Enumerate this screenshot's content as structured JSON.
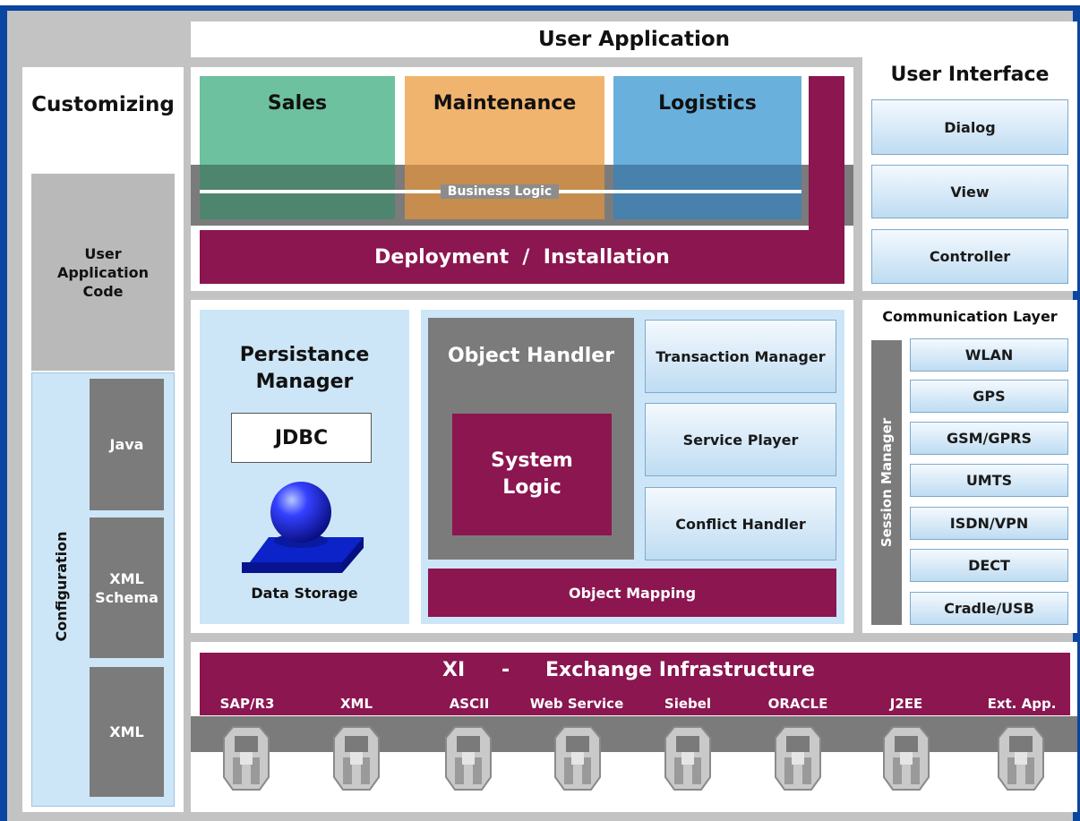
{
  "top_title": "User Application",
  "customizing": {
    "title": "Customizing",
    "user_application_code": "User\nApplication\nCode",
    "configuration_label": "Configuration",
    "items": [
      "Java",
      "XML\nSchema",
      "XML"
    ]
  },
  "app_modules": {
    "modules": [
      "Sales",
      "Maintenance",
      "Logistics"
    ],
    "business_logic": "Business Logic",
    "deployment": "Deployment  /  Installation"
  },
  "user_interface": {
    "title": "User Interface",
    "buttons": [
      "Dialog",
      "View",
      "Controller"
    ]
  },
  "persistence": {
    "title": "Persistance\nManager",
    "jdbc": "JDBC",
    "data_storage": "Data Storage"
  },
  "object_handler": {
    "title": "Object Handler",
    "system_logic": "System\nLogic",
    "right_items": [
      "Transaction Manager",
      "Service Player",
      "Conflict Handler"
    ],
    "object_mapping": "Object Mapping"
  },
  "communication": {
    "title": "Communication Layer",
    "session_manager": "Session Manager",
    "items": [
      "WLAN",
      "GPS",
      "GSM/GPRS",
      "UMTS",
      "ISDN/VPN",
      "DECT",
      "Cradle/USB"
    ]
  },
  "xi": {
    "title_abbr": "XI",
    "dash": "-",
    "title": "Exchange Infrastructure",
    "connectors": [
      "SAP/R3",
      "XML",
      "ASCII",
      "Web Service",
      "Siebel",
      "ORACLE",
      "J2EE",
      "Ext. App."
    ]
  },
  "colors": {
    "frame_blue": "#0a45a0",
    "sales": "#6dc19f",
    "maintenance": "#f0b46f",
    "logistics": "#6ab0dc",
    "maroon": "#8b1650",
    "gray": "#7b7b7b",
    "light_blue": "#cde6f7"
  }
}
